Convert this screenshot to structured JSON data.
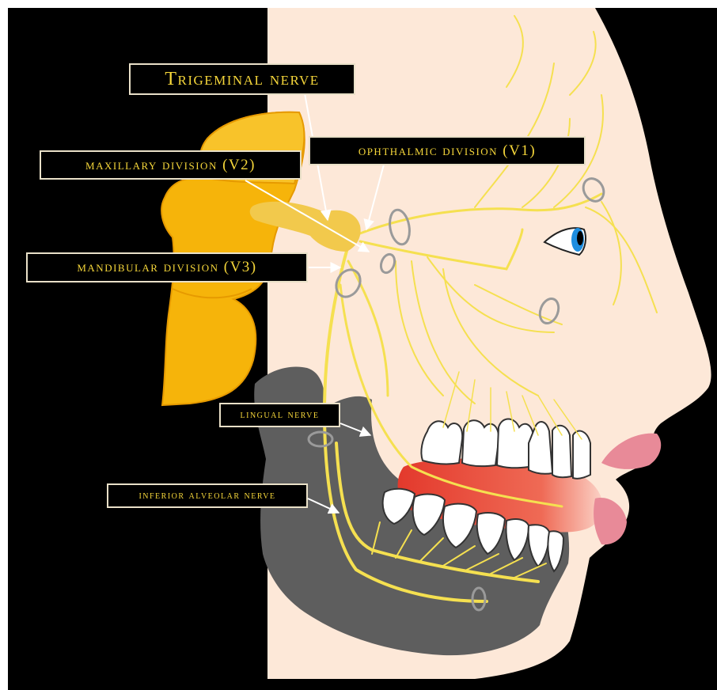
{
  "labels": {
    "trigeminal": "Trigeminal nerve",
    "ophthalmic": "ophthalmic division (V1)",
    "maxillary": "maxillary division (V2)",
    "mandibular": "mandibular division (V3)",
    "lingual": "lingual nerve",
    "inferior_alveolar": "inferior alveolar nerve"
  },
  "colors": {
    "background": "#000000",
    "skin": "#fde8d8",
    "nerve": "#f5e050",
    "ganglion": "#f2c94c",
    "bone": "#f6b40a",
    "mandible": "#5e5e5e",
    "gum": "#e8503a",
    "lip": "#e88a98",
    "label_text": "#f5d63a",
    "label_border": "#e9e0c8",
    "eye_iris": "#1e8ee0"
  },
  "icons": [
    "eye-icon",
    "ganglion-ring-icon"
  ]
}
